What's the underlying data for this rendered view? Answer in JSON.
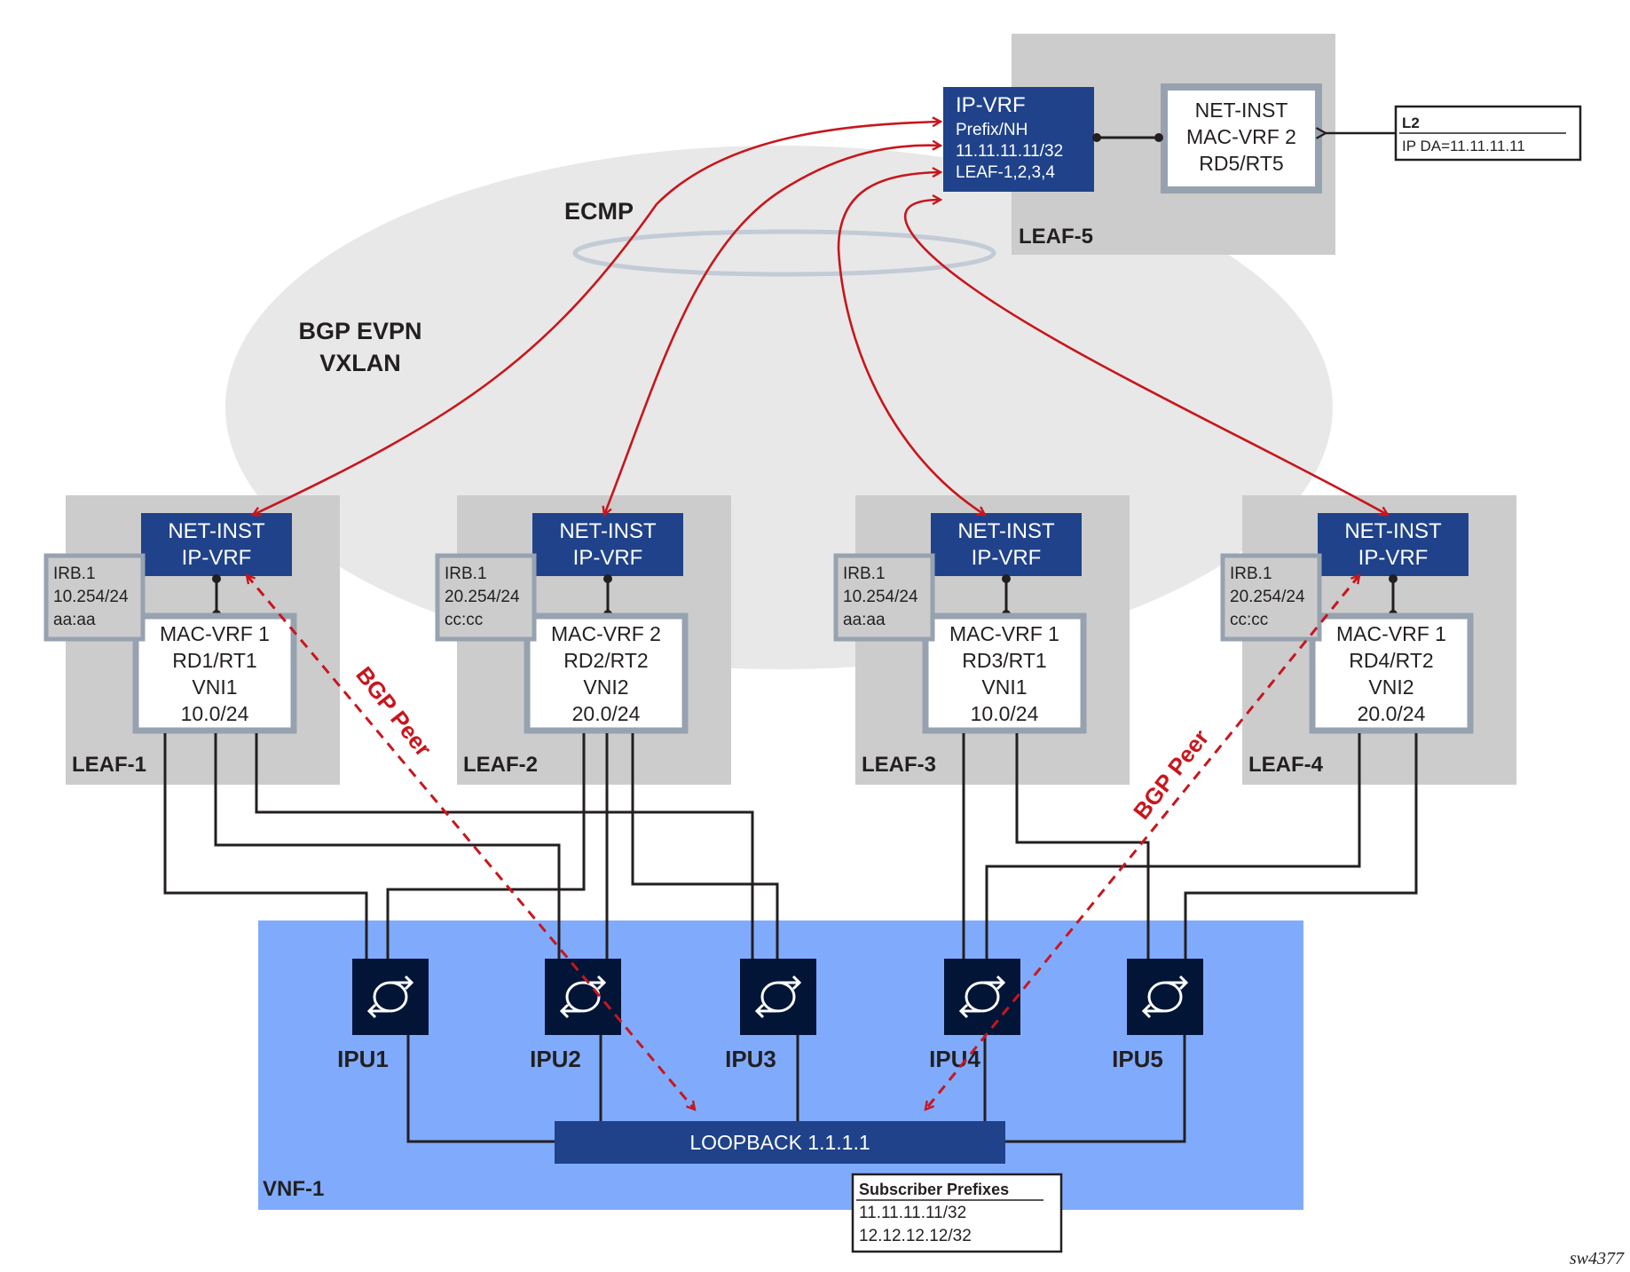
{
  "figure_id": "sw4377",
  "labels": {
    "ecmp": "ECMP",
    "bgp_evpn_line1": "BGP EVPN",
    "bgp_evpn_line2": "VXLAN",
    "bgp_peer_left": "BGP Peer",
    "bgp_peer_right": "BGP Peer",
    "vnf": "VNF-1",
    "loopback": "LOOPBACK 1.1.1.1"
  },
  "leaf5": {
    "name": "LEAF-5",
    "ip_vrf": {
      "title": "IP-VRF",
      "line1": "Prefix/NH",
      "line2": "11.11.11.11/32",
      "line3": "LEAF-1,2,3,4"
    },
    "net_inst": {
      "line1": "NET-INST",
      "line2": "MAC-VRF 2",
      "line3": "RD5/RT5"
    }
  },
  "l2_box": {
    "title": "L2",
    "value": "IP DA=11.11.11.11"
  },
  "leaves": [
    {
      "name": "LEAF-1",
      "net_inst_line1": "NET-INST",
      "net_inst_line2": "IP-VRF",
      "irb": [
        "IRB.1",
        "10.254/24",
        "aa:aa"
      ],
      "mac_vrf": [
        "MAC-VRF 1",
        "RD1/RT1",
        "VNI1",
        "10.0/24"
      ]
    },
    {
      "name": "LEAF-2",
      "net_inst_line1": "NET-INST",
      "net_inst_line2": "IP-VRF",
      "irb": [
        "IRB.1",
        "20.254/24",
        "cc:cc"
      ],
      "mac_vrf": [
        "MAC-VRF 2",
        "RD2/RT2",
        "VNI2",
        "20.0/24"
      ]
    },
    {
      "name": "LEAF-3",
      "net_inst_line1": "NET-INST",
      "net_inst_line2": "IP-VRF",
      "irb": [
        "IRB.1",
        "10.254/24",
        "aa:aa"
      ],
      "mac_vrf": [
        "MAC-VRF 1",
        "RD3/RT1",
        "VNI1",
        "10.0/24"
      ]
    },
    {
      "name": "LEAF-4",
      "net_inst_line1": "NET-INST",
      "net_inst_line2": "IP-VRF",
      "irb": [
        "IRB.1",
        "20.254/24",
        "cc:cc"
      ],
      "mac_vrf": [
        "MAC-VRF 1",
        "RD4/RT2",
        "VNI2",
        "20.0/24"
      ]
    }
  ],
  "ipus": [
    "IPU1",
    "IPU2",
    "IPU3",
    "IPU4",
    "IPU5"
  ],
  "subscriber_prefixes": {
    "title": "Subscriber Prefixes",
    "items": [
      "11.11.11.11/32",
      "12.12.12.12/32"
    ]
  },
  "colors": {
    "dark_blue": "#1f428a",
    "ipu_navy": "#021537",
    "leaf_gray": "#cccccc",
    "frame_gray": "#97a2b0",
    "ellipse_gray": "#e8e8e8",
    "vnf_blue": "#80abfd",
    "red": "#c8161d"
  }
}
